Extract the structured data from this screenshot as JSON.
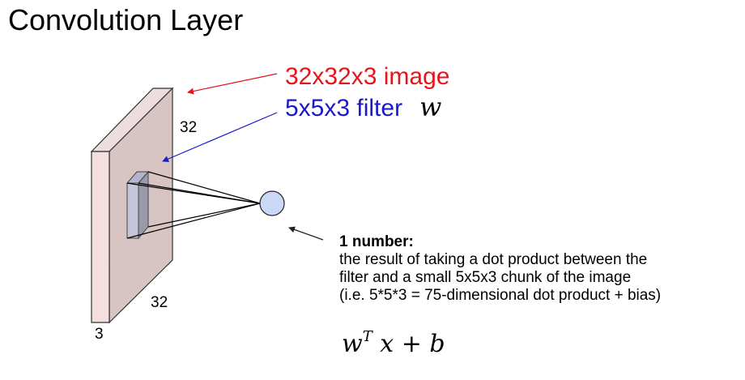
{
  "title": "Convolution Layer",
  "image_label": "32x32x3 image",
  "filter_label": "5x5x3 filter",
  "filter_symbol": "w",
  "dims": {
    "width": "32",
    "height": "32",
    "depth": "3"
  },
  "output": {
    "heading": "1 number:",
    "lines": [
      "the result of taking a dot product between the",
      "filter and a small 5x5x3 chunk of the image",
      "(i.e. 5*5*3 = 75-dimensional dot product + bias)"
    ]
  },
  "equation": {
    "w": "w",
    "superscript": "T",
    "x": "x",
    "plus": "+",
    "b": "b"
  },
  "colors": {
    "image_label": "#e8141c",
    "filter_label": "#1a1acb",
    "volume": "#d9c4c4",
    "neuron": "#c9d9f5"
  }
}
